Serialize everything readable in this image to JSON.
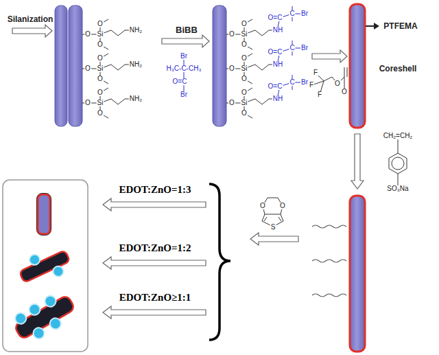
{
  "diagram": {
    "labels": [
      "Silanization",
      "BiBB",
      "Br",
      "H₃C-C-CH₃",
      "O=C",
      "Br",
      "O",
      "O",
      "Si",
      "O",
      "NH₂",
      "O",
      "O",
      "Si",
      "O",
      "NH₂",
      "O",
      "O",
      "Si",
      "O",
      "NH₂",
      "O",
      "O",
      "Si",
      "O",
      "NH",
      "O=C",
      "C",
      "Br",
      "O",
      "O",
      "Si",
      "O",
      "NH",
      "O=C",
      "C",
      "Br",
      "O",
      "O",
      "Si",
      "O",
      "NH",
      "O=C",
      "C",
      "Br",
      "F",
      "F",
      "F",
      "O",
      "O",
      "PTFEMA",
      "Coreshell",
      "CH₂=CH₂",
      "SO₃Na",
      "O",
      "O",
      "S",
      "EDOT:ZnO=1:3",
      "EDOT:ZnO=1:2",
      "EDOT:ZnO≥1:1"
    ]
  }
}
